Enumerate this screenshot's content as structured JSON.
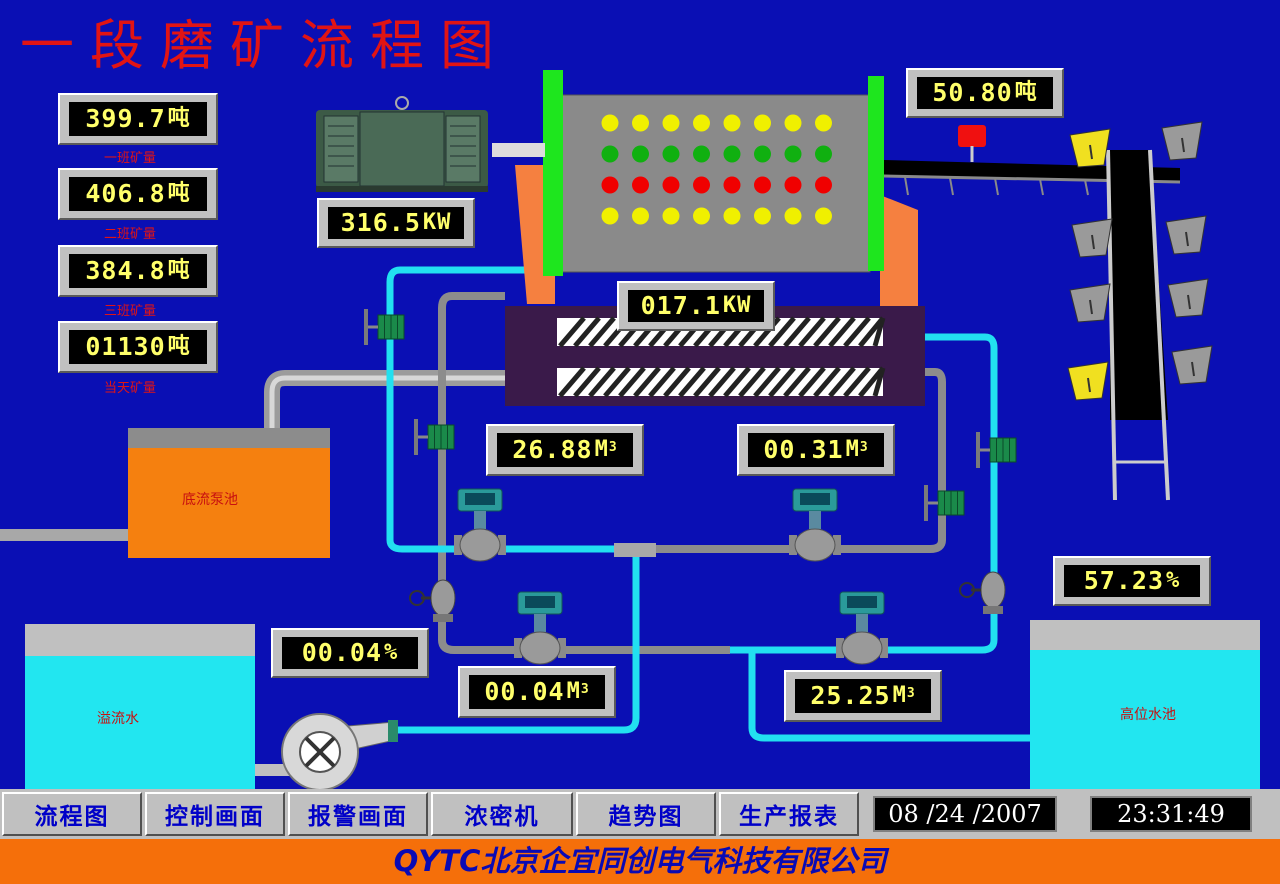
{
  "title": "一段磨矿流程图",
  "shift_tonnage": [
    {
      "value": "399.7",
      "unit": "吨",
      "label": "一班矿量"
    },
    {
      "value": "406.8",
      "unit": "吨",
      "label": "二班矿量"
    },
    {
      "value": "384.8",
      "unit": "吨",
      "label": "三班矿量"
    },
    {
      "value": "01130",
      "unit": "吨",
      "label": "当天矿量"
    }
  ],
  "motor_power": {
    "value": "316.5",
    "unit": "KW"
  },
  "classifier_power": {
    "value": "017.1",
    "unit": "KW"
  },
  "belt_weight": {
    "value": "50.80",
    "unit": "吨"
  },
  "flow_left": {
    "value": "26.88",
    "unit": "M",
    "sup": "3"
  },
  "flow_right": {
    "value": "00.31",
    "unit": "M",
    "sup": "3"
  },
  "flow_bottom_left": {
    "value": "00.04",
    "unit": "M",
    "sup": "3"
  },
  "flow_bottom_right": {
    "value": "25.25",
    "unit": "M",
    "sup": "3"
  },
  "valve_left_open": {
    "value": "00.04",
    "unit": "%"
  },
  "valve_right_open": {
    "value": "57.23",
    "unit": "%"
  },
  "pools": {
    "underflow": "底流泵池",
    "overflow": "溢流水",
    "high_tank": "高位水池"
  },
  "nav": [
    "流程图",
    "控制画面",
    "报警画面",
    "浓密机",
    "趋势图",
    "生产报表"
  ],
  "date": "08 /24 /2007",
  "time": "23:31:49",
  "footer": "QYTC北京企宜同创电气科技有限公司",
  "colors": {
    "background": "#0a0fb4",
    "water_pipe": "#22e0f0",
    "grey_pipe": "#8c8c8c",
    "tank_water": "#22e6f0",
    "pump_pool": "#f5800f",
    "mill_shell": "#8a8a8a",
    "mill_flange": "#1ee61e",
    "footer": "#f56f0a"
  },
  "mill_indicator_rows": [
    "yellow",
    "green",
    "red",
    "yellow"
  ]
}
